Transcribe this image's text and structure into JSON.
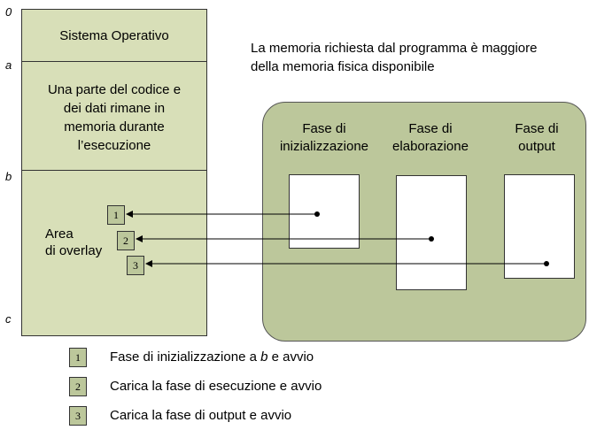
{
  "memory": {
    "addresses": {
      "zero": "0",
      "a": "a",
      "b": "b",
      "c": "c"
    },
    "blocks": {
      "os": "Sistema Operativo",
      "resident": "Una parte del codice e\ndei dati rimane in\nmemoria durante\nl’esecuzione",
      "overlay": "Area\ndi overlay"
    },
    "slots": [
      "1",
      "2",
      "3"
    ]
  },
  "note": "La memoria richiesta dal programma è maggiore\ndella memoria fisica disponibile",
  "phases": [
    {
      "title": "Fase di\ninizializzazione"
    },
    {
      "title": "Fase di\nelaborazione"
    },
    {
      "title": "Fase di\noutput"
    }
  ],
  "legend": [
    {
      "number": "1",
      "text_before": "Fase di inizializzazione a ",
      "text_italic": "b",
      "text_after": " e avvio"
    },
    {
      "number": "2",
      "text": "Carica la fase di esecuzione e avvio"
    },
    {
      "number": "3",
      "text": "Carica la fase di output e avvio"
    }
  ],
  "colors": {
    "block_fill": "#d8dfb8",
    "panel_fill": "#bcc79b",
    "number_fill": "#bcc79b"
  }
}
